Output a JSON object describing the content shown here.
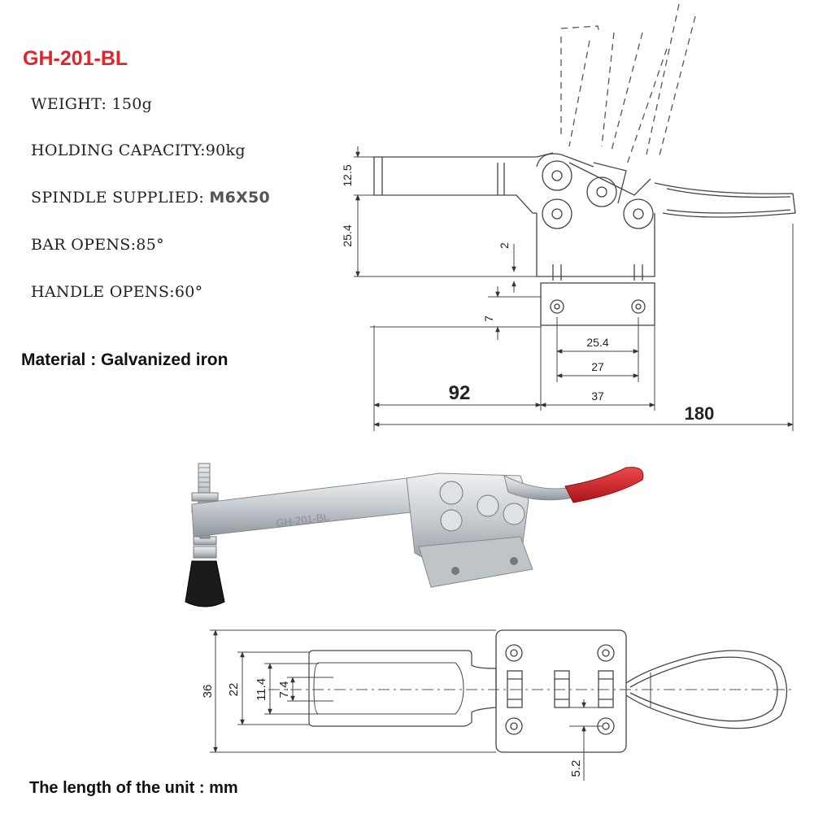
{
  "model": "GH-201-BL",
  "specs": {
    "weight": "WEIGHT: 150g",
    "holding_capacity": "HOLDING CAPACITY:90kg",
    "spindle_label": "SPINDLE SUPPLIED: ",
    "spindle_value": "M6X50",
    "bar_opens": "BAR OPENS:85°",
    "handle_opens": "HANDLE OPENS:60°"
  },
  "material": "Material :  Galvanized iron",
  "units_note": "The length of the unit  : mm",
  "dimensions": {
    "side_view": {
      "d_12_5": "12.5",
      "d_25_4_v": "25.4",
      "d_2": "2",
      "d_7": "7",
      "d_25_4_h": "25.4",
      "d_27": "27",
      "d_92": "92",
      "d_37": "37",
      "d_180": "180"
    },
    "top_view": {
      "d_36": "36",
      "d_22": "22",
      "d_11_4": "11.4",
      "d_7_4": "7.4",
      "d_5_2": "5.2"
    }
  },
  "product_marking": "GH-201-BL",
  "colors": {
    "title": "#e0262a",
    "handle_grip": "#d9262b",
    "metal": "#c9cdd2"
  }
}
